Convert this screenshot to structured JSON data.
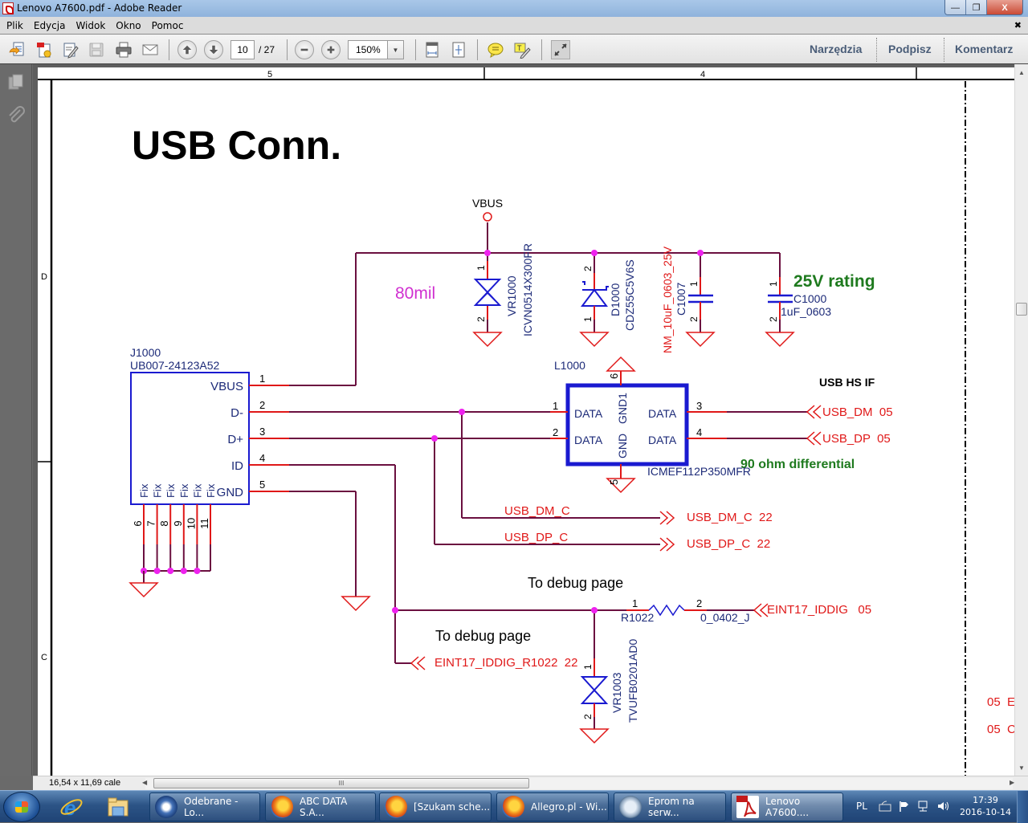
{
  "window": {
    "title": "Lenovo A7600.pdf - Adobe Reader",
    "controls": {
      "minimize": "—",
      "restore": "❐",
      "close": "X"
    }
  },
  "menu": {
    "items": [
      "Plik",
      "Edycja",
      "Widok",
      "Okno",
      "Pomoc"
    ],
    "close_glyph": "✖"
  },
  "toolbar": {
    "page_current": "10",
    "page_total": "/ 27",
    "zoom": "150%",
    "zoom_dropdown_glyph": "▼",
    "right_links": [
      "Narzędzia",
      "Podpisz",
      "Komentarz"
    ]
  },
  "status": {
    "page_size": "16,54 x 11,69 cale",
    "hscroll_grip": "III"
  },
  "schematic": {
    "title": "USB Conn.",
    "grid_columns": [
      "5",
      "4"
    ],
    "grid_rows": [
      "D",
      "C"
    ],
    "vbus_label": "VBUS",
    "trace_width_note": "80mil",
    "rating_note": "25V rating",
    "diff_note": "90 ohm differential",
    "usb_hs_label": "USB HS IF",
    "debug_note_1": "To debug page",
    "debug_note_2": "To debug page",
    "connector": {
      "ref": "J1000",
      "part": "UB007-24123A52",
      "pins": [
        {
          "num": "1",
          "name": "VBUS"
        },
        {
          "num": "2",
          "name": "D-"
        },
        {
          "num": "3",
          "name": "D+"
        },
        {
          "num": "4",
          "name": "ID"
        },
        {
          "num": "5",
          "name": "GND"
        }
      ],
      "fix_label": "Fix",
      "fix_pins": [
        "6",
        "7",
        "8",
        "9",
        "10",
        "11"
      ]
    },
    "vr1000": {
      "ref": "VR1000",
      "part": "ICVN0514X300FR",
      "pin1": "1",
      "pin2": "2"
    },
    "d1000": {
      "ref": "D1000",
      "part": "CDZ55C5V6S",
      "pin1": "1",
      "pin2": "2"
    },
    "c1007": {
      "ref": "C1007",
      "value": "NM_10uF_0603_25V",
      "pin1": "1",
      "pin2": "2"
    },
    "c1000": {
      "ref": "C1000",
      "value": "1uF_0603",
      "pin1": "1",
      "pin2": "2"
    },
    "l1000": {
      "ref": "L1000",
      "part": "ICMEF112P350MFR",
      "pin_labels": {
        "data": "DATA",
        "gnd1": "GND1",
        "gnd": "GND"
      },
      "pins": [
        "1",
        "2",
        "3",
        "4",
        "5",
        "6"
      ]
    },
    "r1022": {
      "ref": "R1022",
      "value": "0_0402_J",
      "pin1": "1",
      "pin2": "2"
    },
    "vr1003": {
      "ref": "VR1003",
      "part": "TVUFB0201AD0",
      "pin1": "1",
      "pin2": "2"
    },
    "nets": {
      "usb_dm": "USB_DM  05",
      "usb_dp": "USB_DP  05",
      "usb_dm_c_wire": "USB_DM_C",
      "usb_dp_c_wire": "USB_DP_C",
      "usb_dm_c_port": "USB_DM_C  22",
      "usb_dp_c_port": "USB_DP_C  22",
      "eint17": "EINT17_IDDIG   05",
      "eint17_r1022": "EINT17_IDDIG_R1022  22",
      "edge_1": "05  E",
      "edge_2": "05  C"
    },
    "colors": {
      "wire": "#6b1040",
      "pin": "#e01818",
      "junction": "#ee22ee",
      "part": "#1a1ad0",
      "label_blue": "#1c2a78",
      "net_red": "#e01818",
      "note_green": "#1e7a1e",
      "note_magenta": "#d030d0"
    }
  },
  "taskbar": {
    "items": [
      {
        "label": "Odebrane - Lo...",
        "icon": "thunderbird-icon"
      },
      {
        "label": "ABC DATA S.A...",
        "icon": "firefox-icon"
      },
      {
        "label": "[Szukam sche...",
        "icon": "firefox-icon"
      },
      {
        "label": "Allegro.pl - Wi...",
        "icon": "firefox-icon"
      },
      {
        "label": "Eprom na serw...",
        "icon": "gt-icon"
      },
      {
        "label": "Lenovo A7600....",
        "icon": "pdf-icon"
      }
    ],
    "language": "PL",
    "time": "17:39",
    "date": "2016-10-14"
  }
}
